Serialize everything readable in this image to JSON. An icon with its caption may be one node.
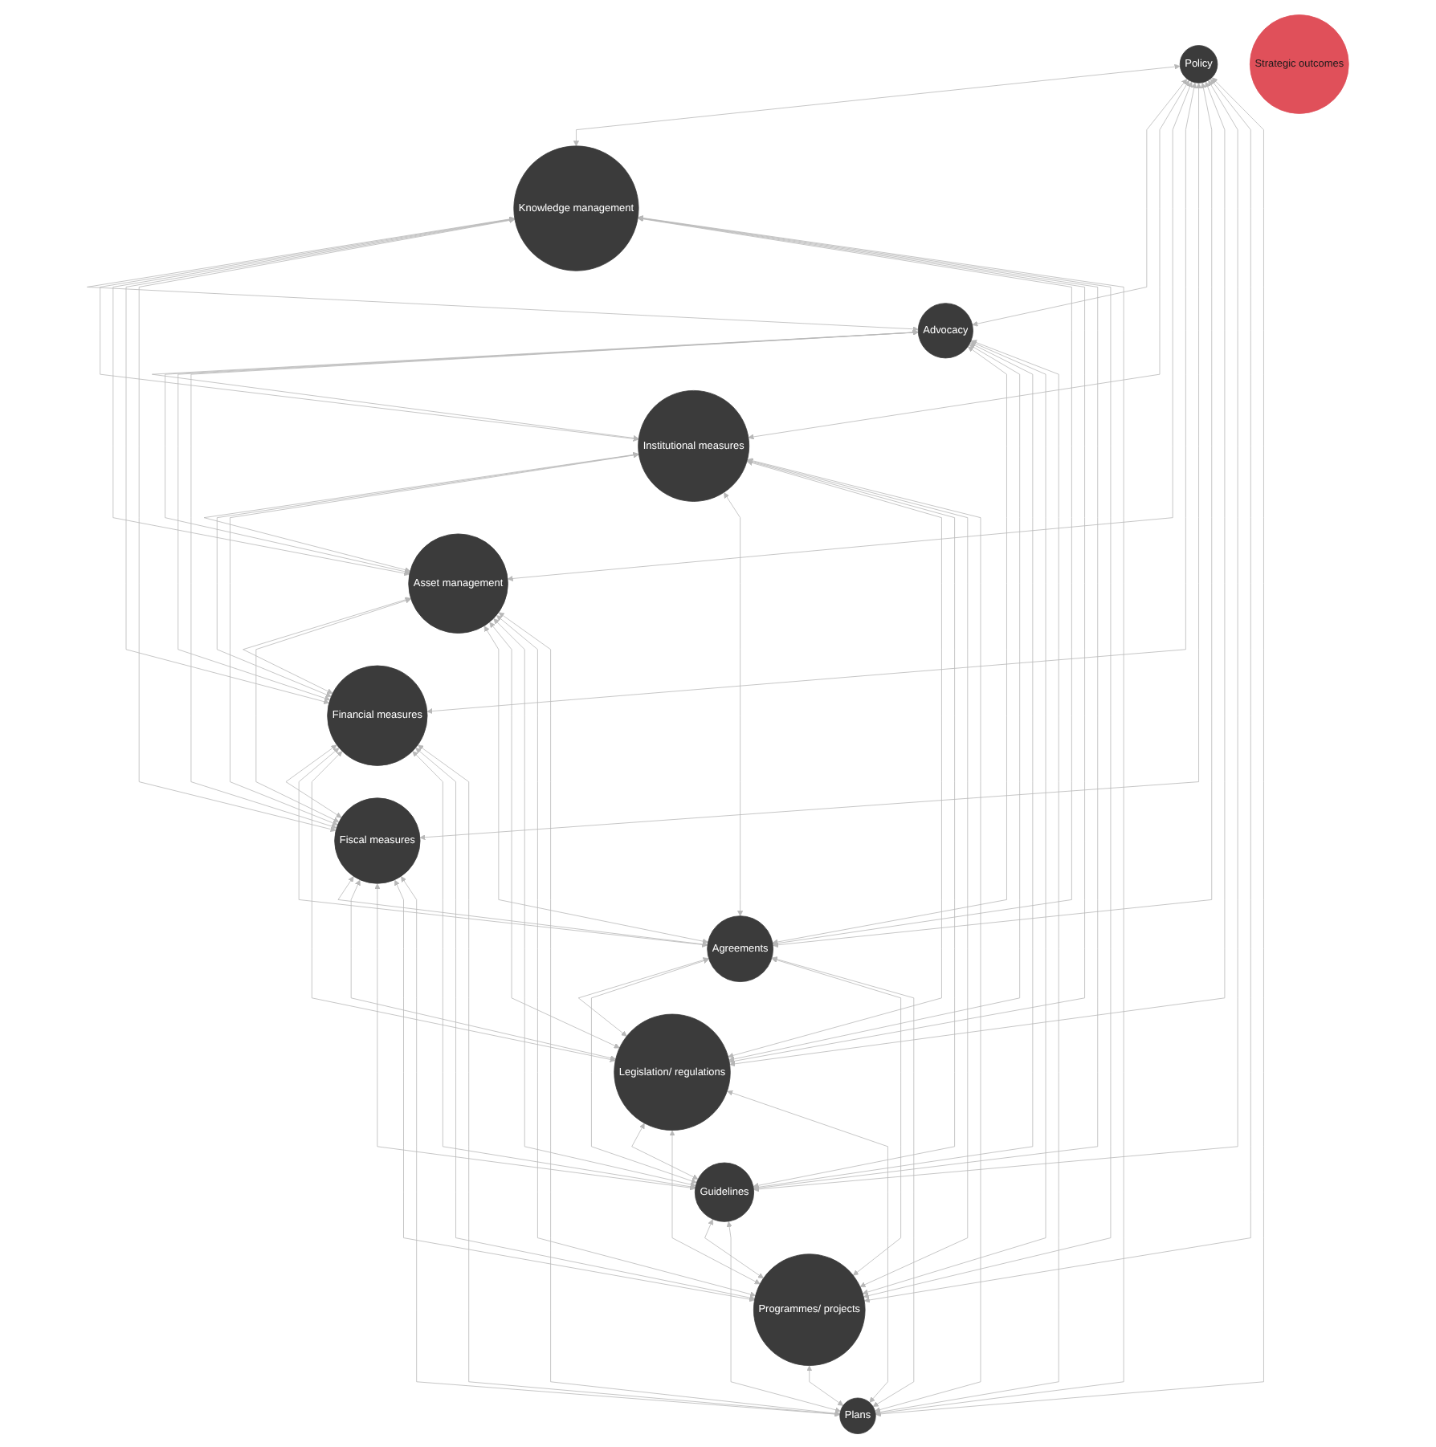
{
  "diagram": {
    "nodes": [
      {
        "text": [
          "Policy"
        ]
      },
      {
        "text": [
          "Knowledge management"
        ]
      },
      {
        "text": [
          "Advocacy"
        ]
      },
      {
        "text": [
          "Institutional measures"
        ]
      },
      {
        "text": [
          "Asset management"
        ]
      },
      {
        "text": [
          "Financial measures"
        ]
      },
      {
        "text": [
          "Fiscal measures"
        ]
      },
      {
        "text": [
          "Agreements"
        ]
      },
      {
        "text": [
          "Legislation/ regulations"
        ]
      },
      {
        "text": [
          "Guidelines"
        ]
      },
      {
        "text": [
          "Programmes/ projects"
        ]
      },
      {
        "text": [
          "Plans"
        ]
      },
      {
        "text": [
          "Strategic outcomes"
        ]
      }
    ],
    "edges": [
      {
        "from": 0,
        "to": 1,
        "arrow": "both"
      },
      {
        "from": 0,
        "to": 2,
        "arrow": "both"
      },
      {
        "from": 0,
        "to": 3,
        "arrow": "both"
      },
      {
        "from": 0,
        "to": 4,
        "arrow": "both"
      },
      {
        "from": 0,
        "to": 5,
        "arrow": "both"
      },
      {
        "from": 0,
        "to": 6,
        "arrow": "both"
      },
      {
        "from": 0,
        "to": 7,
        "arrow": "both"
      },
      {
        "from": 0,
        "to": 8,
        "arrow": "both"
      },
      {
        "from": 0,
        "to": 9,
        "arrow": "both"
      },
      {
        "from": 0,
        "to": 10,
        "arrow": "both"
      },
      {
        "from": 0,
        "to": 11,
        "arrow": "both"
      },
      {
        "from": 1,
        "to": 2,
        "arrow": "both"
      },
      {
        "from": 1,
        "to": 3,
        "arrow": "both"
      },
      {
        "from": 1,
        "to": 4,
        "arrow": "both"
      },
      {
        "from": 1,
        "to": 5,
        "arrow": "both"
      },
      {
        "from": 1,
        "to": 6,
        "arrow": "both"
      },
      {
        "from": 1,
        "to": 7,
        "arrow": "both"
      },
      {
        "from": 1,
        "to": 8,
        "arrow": "both"
      },
      {
        "from": 1,
        "to": 9,
        "arrow": "both"
      },
      {
        "from": 1,
        "to": 10,
        "arrow": "both"
      },
      {
        "from": 1,
        "to": 11,
        "arrow": "both"
      },
      {
        "from": 2,
        "to": 3,
        "arrow": "both"
      },
      {
        "from": 2,
        "to": 4,
        "arrow": "both"
      },
      {
        "from": 2,
        "to": 5,
        "arrow": "both"
      },
      {
        "from": 2,
        "to": 6,
        "arrow": "both"
      },
      {
        "from": 2,
        "to": 7,
        "arrow": "both"
      },
      {
        "from": 2,
        "to": 8,
        "arrow": "both"
      },
      {
        "from": 2,
        "to": 9,
        "arrow": "both"
      },
      {
        "from": 2,
        "to": 10,
        "arrow": "both"
      },
      {
        "from": 2,
        "to": 11,
        "arrow": "both"
      },
      {
        "from": 3,
        "to": 4,
        "arrow": "both"
      },
      {
        "from": 3,
        "to": 5,
        "arrow": "both"
      },
      {
        "from": 3,
        "to": 6,
        "arrow": "both"
      },
      {
        "from": 3,
        "to": 7,
        "arrow": "both"
      },
      {
        "from": 3,
        "to": 8,
        "arrow": "both"
      },
      {
        "from": 3,
        "to": 9,
        "arrow": "both"
      },
      {
        "from": 3,
        "to": 10,
        "arrow": "both"
      },
      {
        "from": 3,
        "to": 11,
        "arrow": "both"
      },
      {
        "from": 4,
        "to": 5,
        "arrow": "both"
      },
      {
        "from": 4,
        "to": 6,
        "arrow": "both"
      },
      {
        "from": 4,
        "to": 7,
        "arrow": "both"
      },
      {
        "from": 4,
        "to": 8,
        "arrow": "both"
      },
      {
        "from": 4,
        "to": 9,
        "arrow": "both"
      },
      {
        "from": 4,
        "to": 10,
        "arrow": "both"
      },
      {
        "from": 4,
        "to": 11,
        "arrow": "both"
      },
      {
        "from": 5,
        "to": 6,
        "arrow": "both"
      },
      {
        "from": 5,
        "to": 7,
        "arrow": "both"
      },
      {
        "from": 5,
        "to": 8,
        "arrow": "both"
      },
      {
        "from": 5,
        "to": 9,
        "arrow": "both"
      },
      {
        "from": 5,
        "to": 10,
        "arrow": "both"
      },
      {
        "from": 5,
        "to": 11,
        "arrow": "both"
      },
      {
        "from": 6,
        "to": 7,
        "arrow": "both"
      },
      {
        "from": 6,
        "to": 8,
        "arrow": "both"
      },
      {
        "from": 6,
        "to": 9,
        "arrow": "both"
      },
      {
        "from": 6,
        "to": 10,
        "arrow": "both"
      },
      {
        "from": 6,
        "to": 11,
        "arrow": "both"
      },
      {
        "from": 7,
        "to": 8,
        "arrow": "both"
      },
      {
        "from": 7,
        "to": 9,
        "arrow": "both"
      },
      {
        "from": 7,
        "to": 10,
        "arrow": "both"
      },
      {
        "from": 7,
        "to": 11,
        "arrow": "both"
      },
      {
        "from": 8,
        "to": 9,
        "arrow": "both"
      },
      {
        "from": 8,
        "to": 10,
        "arrow": "both"
      },
      {
        "from": 8,
        "to": 11,
        "arrow": "both"
      },
      {
        "from": 9,
        "to": 10,
        "arrow": "both"
      },
      {
        "from": 9,
        "to": 11,
        "arrow": "both"
      },
      {
        "from": 10,
        "to": 11,
        "arrow": "both"
      }
    ]
  }
}
